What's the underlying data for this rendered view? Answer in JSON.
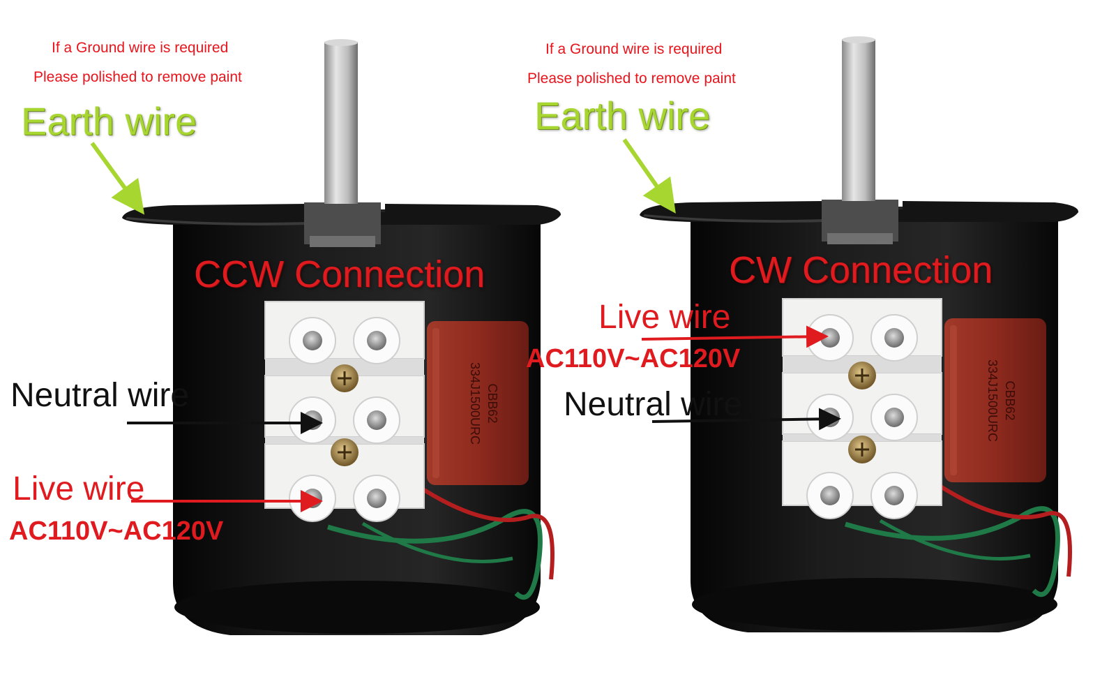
{
  "panels": [
    {
      "ground_note_1": "If a Ground wire is required",
      "ground_note_2": "Please polished to remove paint",
      "earth_label": "Earth wire",
      "title": "CCW Connection",
      "neutral_label": "Neutral wire",
      "live_label": "Live wire",
      "voltage_label": "AC110V~AC120V"
    },
    {
      "ground_note_1": "If a Ground wire is required",
      "ground_note_2": "Please polished to remove paint",
      "earth_label": "Earth wire",
      "title": "CW Connection",
      "neutral_label": "Neutral wire",
      "live_label": "Live wire",
      "voltage_label": "AC110V~AC120V"
    }
  ],
  "capacitor": {
    "line_1": "CBB62",
    "line_2": "334J1500URC"
  },
  "colors": {
    "note_red": "#e8141c",
    "earth_green": "#a8d631",
    "title_red": "#e01b1f",
    "motor_black": "#161616",
    "capacitor_brown": "#8e2a1e",
    "terminal_white": "#f2f2f0",
    "wire_green": "#1f7a48",
    "wire_red": "#b51e1e"
  }
}
